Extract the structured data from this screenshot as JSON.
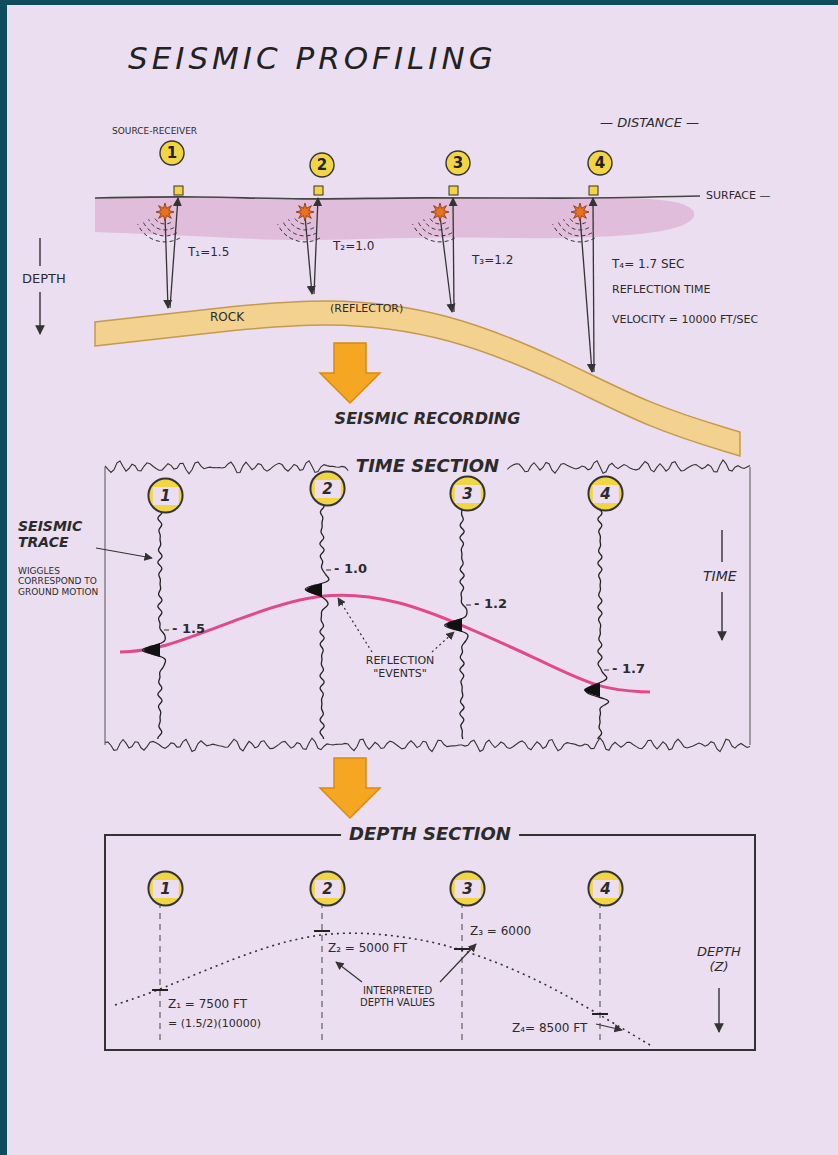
{
  "diagram": {
    "title": "SEISMIC PROFILING",
    "nodes": [
      {
        "text": [
          "1"
        ]
      },
      {
        "text": [
          "2"
        ]
      },
      {
        "text": [
          "3"
        ]
      },
      {
        "text": [
          "4"
        ]
      },
      {
        "text": [
          "SEISMIC RECORDING",
          "TIME SECTION"
        ]
      },
      {
        "text": [
          "1"
        ],
        "in": 4
      },
      {
        "text": [
          "2"
        ],
        "in": 4
      },
      {
        "text": [
          "3"
        ],
        "in": 4
      },
      {
        "text": [
          "4"
        ],
        "in": 4
      },
      {
        "text": [
          "DEPTH SECTION"
        ]
      },
      {
        "text": [
          "1"
        ],
        "in": 9
      },
      {
        "text": [
          "2"
        ],
        "in": 9
      },
      {
        "text": [
          "3"
        ],
        "in": 9
      },
      {
        "text": [
          "4"
        ],
        "in": 9
      }
    ],
    "labels": [
      "SOURCE-RECEIVER",
      "— DISTANCE —",
      "SURFACE —",
      "DEPTH",
      "T₁=1.5",
      "T₂=1.0",
      "T₃=1.2",
      "T₄= 1.7 SEC",
      "REFLECTION TIME",
      "VELOCITY = 10000 FT/SEC",
      "ROCK",
      "(REFLECTOR)",
      "SEISMIC TRACE",
      "WIGGLES CORRESPOND TO GROUND MOTION",
      "- 1.5",
      "- 1.0",
      "- 1.2",
      "- 1.7",
      "REFLECTION \"EVENTS\"",
      "TIME",
      "Z₁ = 7500 FT",
      "= (1.5/2)(10000)",
      "Z₂ = 5000 FT",
      "Z₃ = 6000",
      "INTERPRETED DEPTH VALUES",
      "Z₄= 8500 FT",
      "DEPTH (Z)"
    ]
  }
}
